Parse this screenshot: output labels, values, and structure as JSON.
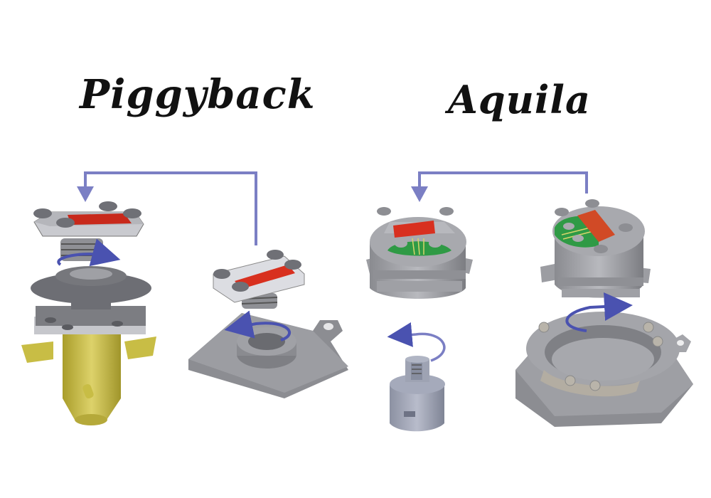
{
  "diagram": {
    "panels": [
      {
        "title": "Piggyback",
        "components": [
          "sensor-head-with-red-element-threaded",
          "threaded-base-with-yellow-housing",
          "sensor-head-small-red-element",
          "flat-mounting-plate-with-threaded-boss-and-lug"
        ],
        "arrows": [
          "transfer-arrow-right-to-left",
          "rotate-arrow-thread",
          "rotate-arrow-plate"
        ]
      },
      {
        "title": "Aquila",
        "components": [
          "round-sensor-module-red-element-green-pcb-left",
          "round-sensor-module-red-element-green-pcb-right",
          "threaded-adapter-plug",
          "ring-mounting-base-with-lug"
        ],
        "arrows": [
          "transfer-arrow-right-to-left",
          "rotate-arrow-plug",
          "rotate-arrow-ring"
        ]
      }
    ],
    "colors": {
      "arrow": "#7b7fc4",
      "rotate_arrow": "#4a52b0",
      "metal": "#a7a8ad",
      "metal_dark": "#6f7076",
      "sensor_red": "#d8301f",
      "pcb_green": "#2f9a45",
      "trace_yellow": "#d7d46b",
      "housing_yellow": "#cfc44a",
      "plug_blue_grey": "#9ea3b3"
    }
  }
}
